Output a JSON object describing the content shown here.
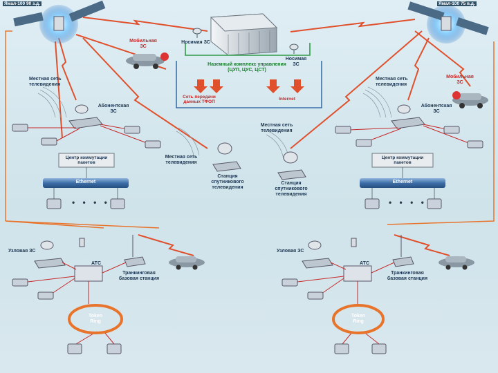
{
  "satellites": {
    "left_label": "Ямал-100 90 з.д.",
    "right_label": "Ямал-100 75 в.д."
  },
  "control_complex": {
    "title_line1": "Наземный комплекс управления",
    "title_line2": "(ЦУП, ЦУС, ЦСТ)",
    "portable_es": "Носимая ЗС",
    "tfop_label": "Сеть передачи данных ТФОП",
    "internet_label": "Internet"
  },
  "left_segment": {
    "mobile_es": "Мобильная ЗС",
    "local_tv_net": "Местная сеть телевидения",
    "subscriber_es": "Абонентская ЗС",
    "packet_switch": "Центр коммутации пакетов",
    "ethernet": "Ethernet",
    "tv_net_center": "Местная сеть телевидения",
    "tv_station": "Станция спутникового телевидения"
  },
  "right_segment": {
    "mobile_es": "Мобильная ЗС",
    "local_tv_net": "Местная сеть телевидения",
    "subscriber_es": "Абонентская ЗС",
    "packet_switch": "Центр коммутации пакетов",
    "ethernet": "Ethernet",
    "tv_net_center": "Местная сеть телевидения",
    "tv_station": "Станция спутникового телевидения"
  },
  "bottom_left": {
    "node_es": "Узловая ЗС",
    "ats": "АТС",
    "trunk_station": "Транкинговая базовая станция",
    "token_ring": "Token Ring"
  },
  "bottom_right": {
    "node_es": "Узловая ЗС",
    "ats": "АТС",
    "trunk_station": "Транкинговая базовая станция",
    "token_ring": "Token Ring"
  },
  "colors": {
    "link_red": "#e0502c",
    "ethernet_blue": "#3d6fa8",
    "token_orange": "#e8742c",
    "control_green": "#2f9b45"
  }
}
